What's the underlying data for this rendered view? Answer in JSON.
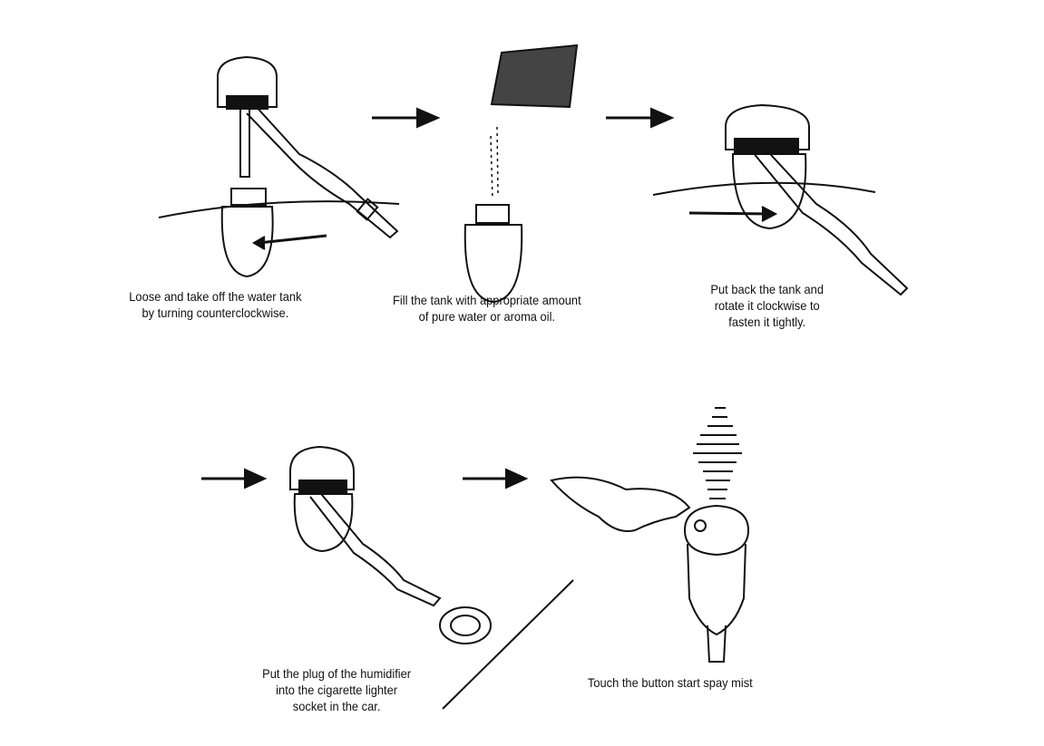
{
  "steps": [
    {
      "caption_line1": "Loose and take off the water tank",
      "caption_line2": "by turning counterclockwise."
    },
    {
      "caption_line1": "Fill the tank with appropriate amount",
      "caption_line2": "of pure water or aroma oil."
    },
    {
      "caption_line1": "Put back the tank and",
      "caption_line2": "rotate it clockwise to",
      "caption_line3": "fasten it tightly."
    },
    {
      "caption_line1": "Put the plug of the humidifier",
      "caption_line2": "into the cigarette lighter",
      "caption_line3": "socket in the car."
    },
    {
      "caption_line1": "Touch the button start spay mist"
    }
  ],
  "colors": {
    "ink": "#111111",
    "background": "#ffffff"
  }
}
